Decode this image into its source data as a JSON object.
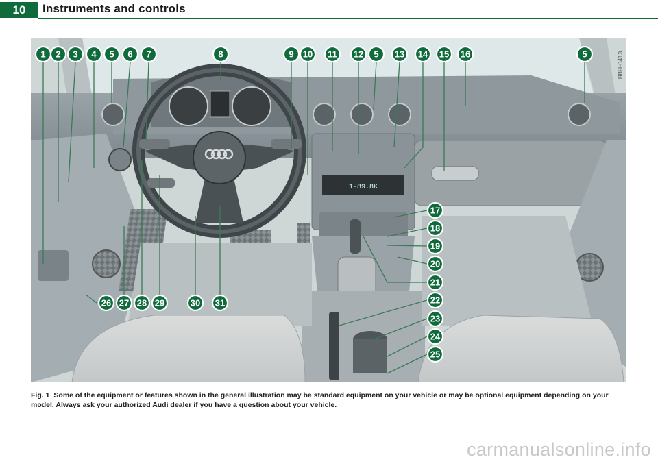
{
  "header": {
    "page_number": "10",
    "chapter_title": "Instruments and controls",
    "accent_color": "#0f6b3c"
  },
  "figure": {
    "image_code": "B8H-0413",
    "callouts": [
      "1",
      "2",
      "3",
      "4",
      "5",
      "6",
      "7",
      "8",
      "9",
      "10",
      "11",
      "12",
      "5",
      "13",
      "14",
      "15",
      "16",
      "5",
      "17",
      "18",
      "19",
      "20",
      "21",
      "22",
      "23",
      "24",
      "25",
      "26",
      "27",
      "28",
      "29",
      "30",
      "31"
    ],
    "display_text": "1-89.8K"
  },
  "caption": {
    "label": "Fig. 1",
    "text": "Some of the equipment or features shown in the general illustration may be standard equipment on your vehicle or may be optional equipment depending on your model. Always ask your authorized Audi dealer if you have a question about your vehicle."
  },
  "watermark": "carmanualsonline.info"
}
